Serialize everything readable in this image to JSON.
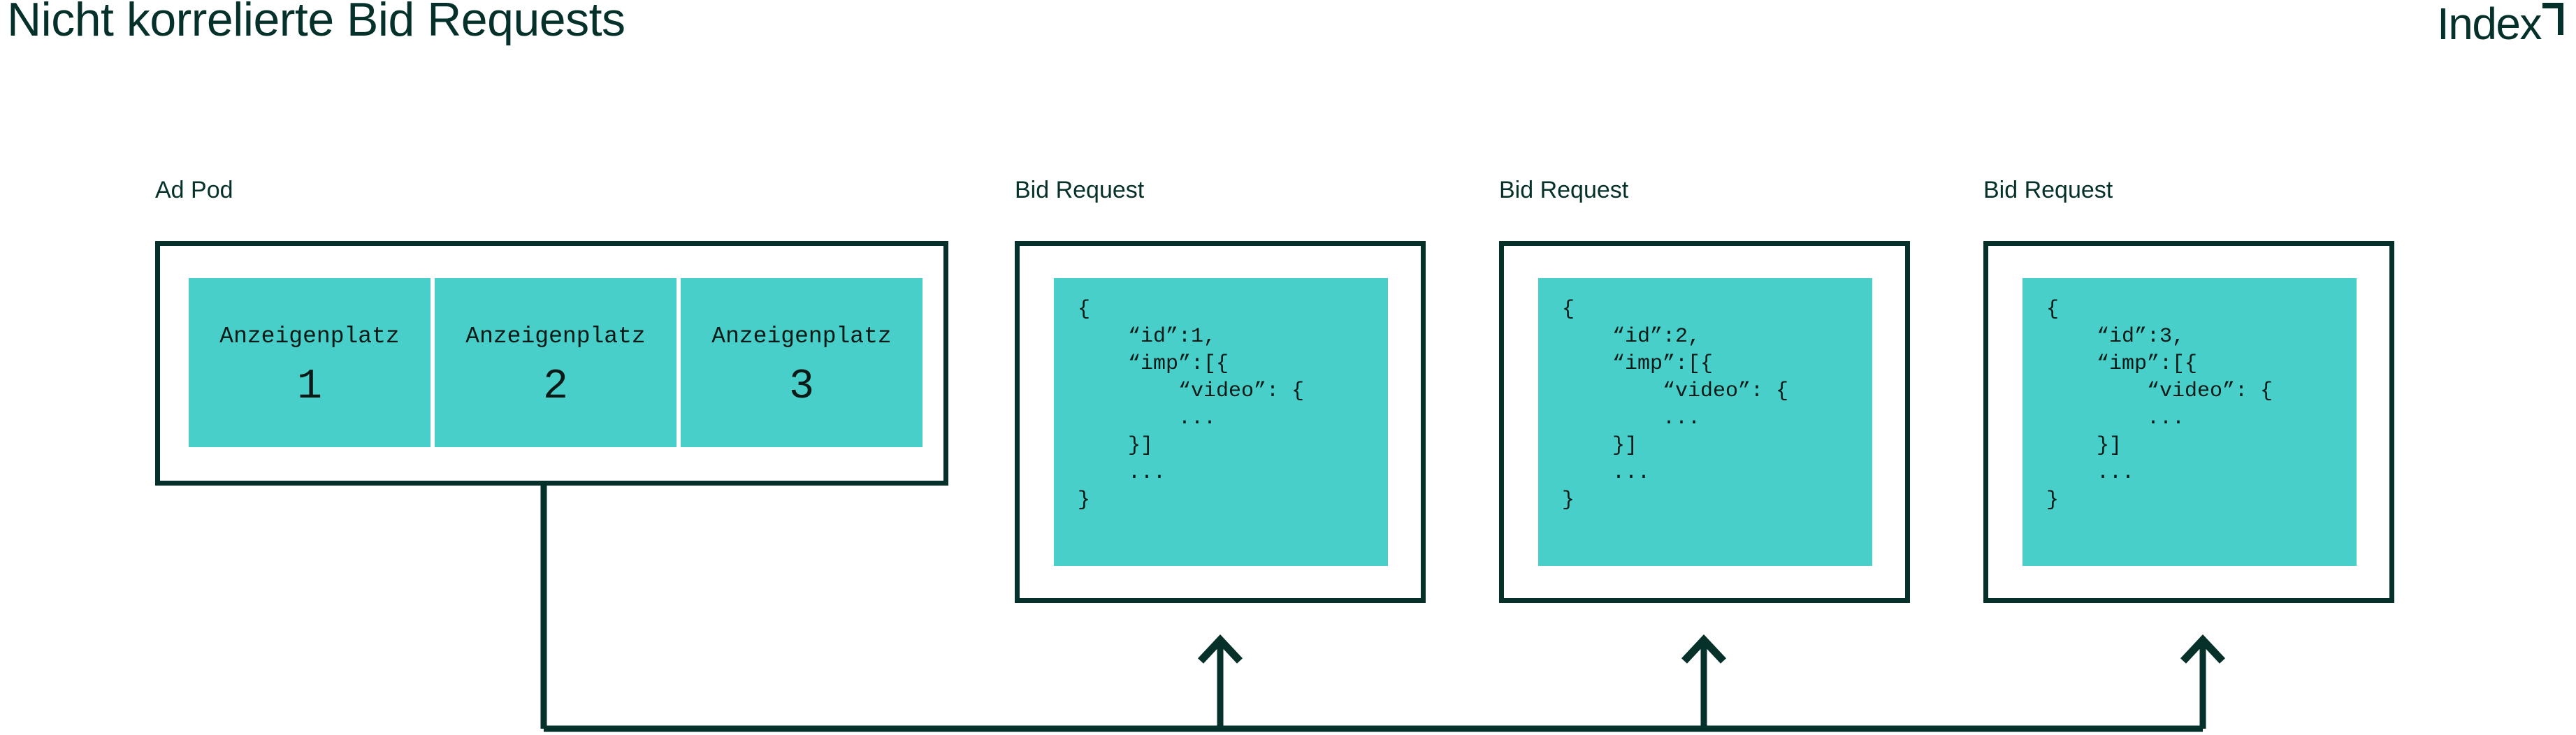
{
  "header": {
    "title": "Nicht korrelierte Bid Requests",
    "logo_text": "Index",
    "logo_mark": "corner-bracket-mark",
    "title_color": "#06312B"
  },
  "theme": {
    "accent_teal": "#49CFCA",
    "ink_dark_green": "#06312B",
    "background": "#FFFFFF"
  },
  "ad_pod": {
    "label": "Ad Pod",
    "slots": [
      {
        "name": "Anzeigenplatz",
        "number": "1"
      },
      {
        "name": "Anzeigenplatz",
        "number": "2"
      },
      {
        "name": "Anzeigenplatz",
        "number": "3"
      }
    ]
  },
  "bid_requests": [
    {
      "label": "Bid Request",
      "id": "1",
      "json_text": "{\n    “id”:1,\n    “imp”:[{\n        “video”: {\n        ...\n    }]\n    ...\n}"
    },
    {
      "label": "Bid Request",
      "id": "2",
      "json_text": "{\n    “id”:2,\n    “imp”:[{\n        “video”: {\n        ...\n    }]\n    ...\n}"
    },
    {
      "label": "Bid Request",
      "id": "3",
      "json_text": "{\n    “id”:3,\n    “imp”:[{\n        “video”: {\n        ...\n    }]\n    ...\n}"
    }
  ],
  "connectors": {
    "description": "One line leaves the Ad Pod and branches into three upward arrows, one into each Bid Request",
    "arrow_count": 3,
    "direction": "up"
  }
}
